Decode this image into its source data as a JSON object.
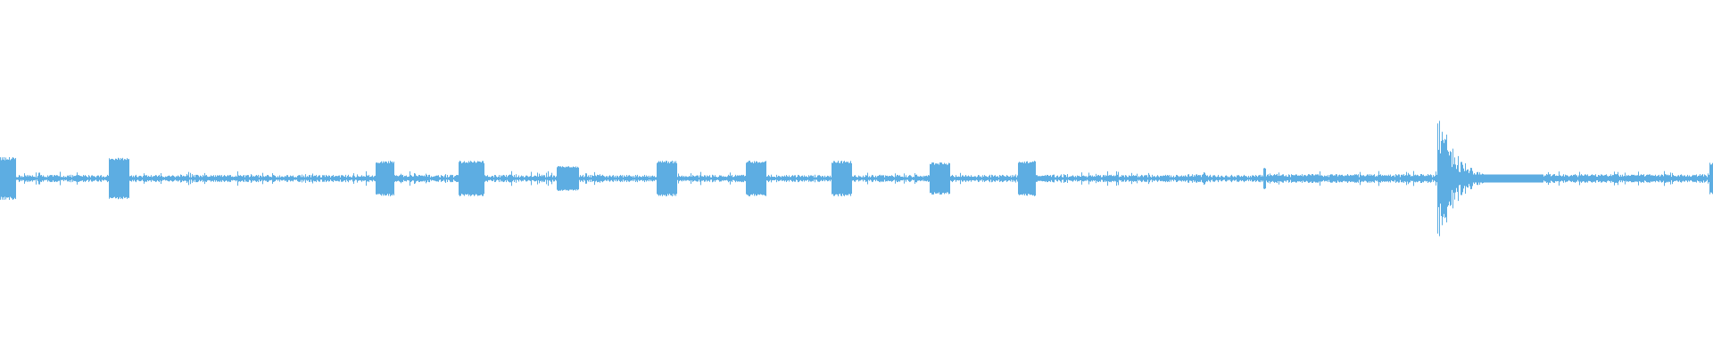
{
  "waveform": {
    "color": "#5DADE2",
    "background": "#FFFFFF",
    "duration_units": 1000,
    "noise_floor": 0.015,
    "events": [
      {
        "start": 0.0,
        "end": 9.0,
        "amplitude": 0.12,
        "shape": "block"
      },
      {
        "start": 63.5,
        "end": 75.0,
        "amplitude": 0.12,
        "shape": "block"
      },
      {
        "start": 218.8,
        "end": 230.2,
        "amplitude": 0.1,
        "shape": "block"
      },
      {
        "start": 267.7,
        "end": 282.3,
        "amplitude": 0.1,
        "shape": "block"
      },
      {
        "start": 325.0,
        "end": 337.5,
        "amplitude": 0.07,
        "shape": "block"
      },
      {
        "start": 383.3,
        "end": 395.3,
        "amplitude": 0.1,
        "shape": "block"
      },
      {
        "start": 434.9,
        "end": 446.9,
        "amplitude": 0.1,
        "shape": "block"
      },
      {
        "start": 484.9,
        "end": 496.9,
        "amplitude": 0.1,
        "shape": "block"
      },
      {
        "start": 542.2,
        "end": 554.2,
        "amplitude": 0.09,
        "shape": "block"
      },
      {
        "start": 593.8,
        "end": 604.2,
        "amplitude": 0.1,
        "shape": "block"
      },
      {
        "start": 688.0,
        "end": 700.0,
        "amplitude": 0.025,
        "shape": "noise"
      },
      {
        "start": 737.5,
        "end": 739.0,
        "amplitude": 0.06,
        "shape": "block"
      },
      {
        "start": 739.0,
        "end": 835.0,
        "amplitude": 0.025,
        "shape": "noise"
      },
      {
        "start": 839.0,
        "end": 900.0,
        "amplitude": 0.42,
        "shape": "decay"
      },
      {
        "start": 900.0,
        "end": 997.0,
        "amplitude": 0.025,
        "shape": "noise"
      },
      {
        "start": 997.5,
        "end": 1000.0,
        "amplitude": 0.09,
        "shape": "block"
      }
    ]
  }
}
